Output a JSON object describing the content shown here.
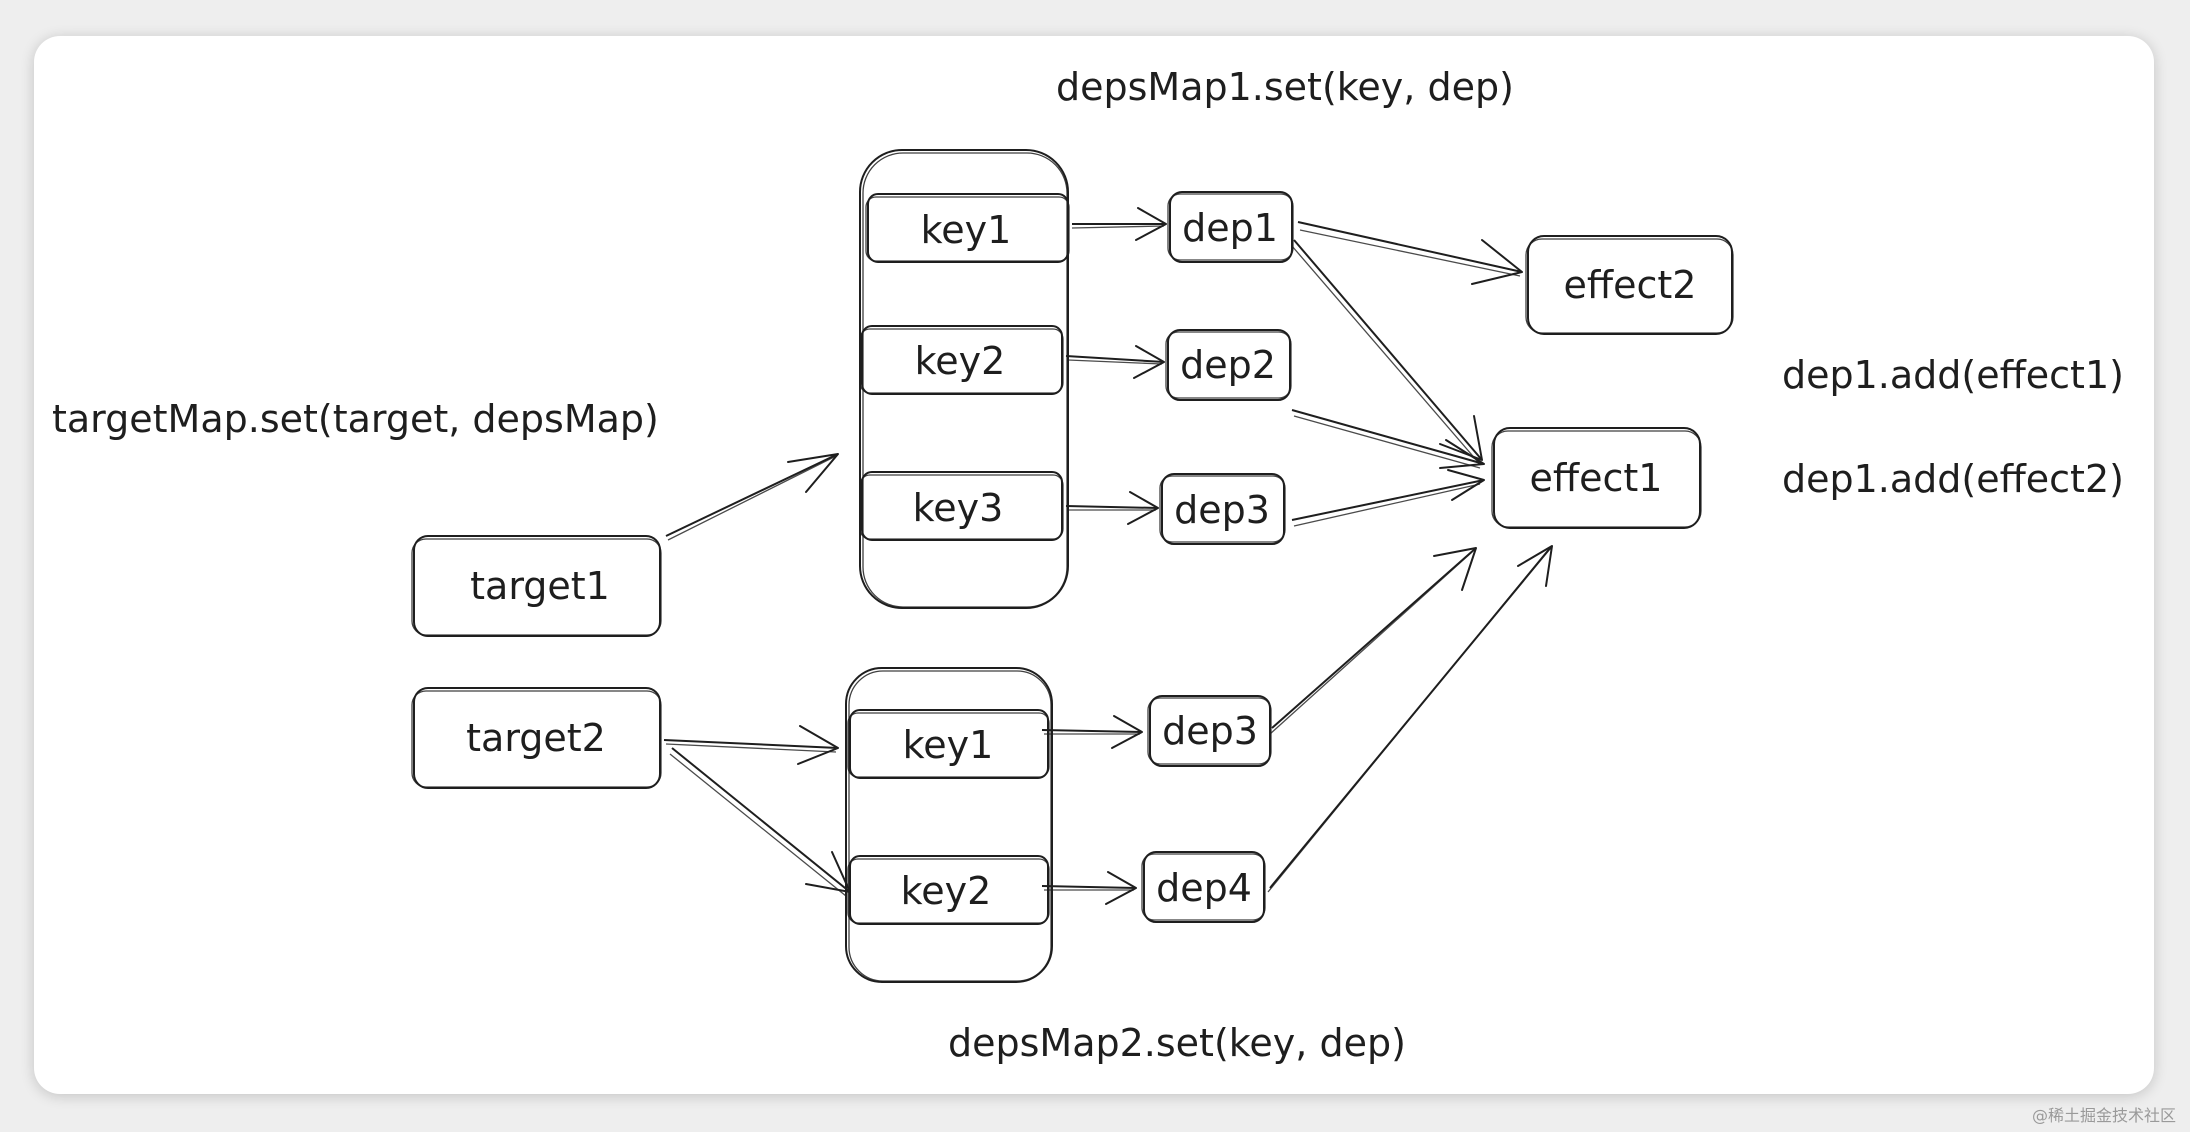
{
  "annotations": {
    "depsmap1_set": "depsMap1.set(key, dep)",
    "targetmap_set": "targetMap.set(target, depsMap)",
    "dep1_add_effect1": "dep1.add(effect1)",
    "dep1_add_effect2": "dep1.add(effect2)",
    "depsmap2_set": "depsMap2.set(key, dep)"
  },
  "targets": {
    "target1": "target1",
    "target2": "target2"
  },
  "depsmap1": {
    "keys": [
      "key1",
      "key2",
      "key3"
    ],
    "deps": [
      "dep1",
      "dep2",
      "dep3"
    ]
  },
  "depsmap2": {
    "keys": [
      "key1",
      "key2"
    ],
    "deps": [
      "dep3",
      "dep4"
    ]
  },
  "effects": {
    "effect1": "effect1",
    "effect2": "effect2"
  },
  "watermark": "@稀土掘金技术社区"
}
